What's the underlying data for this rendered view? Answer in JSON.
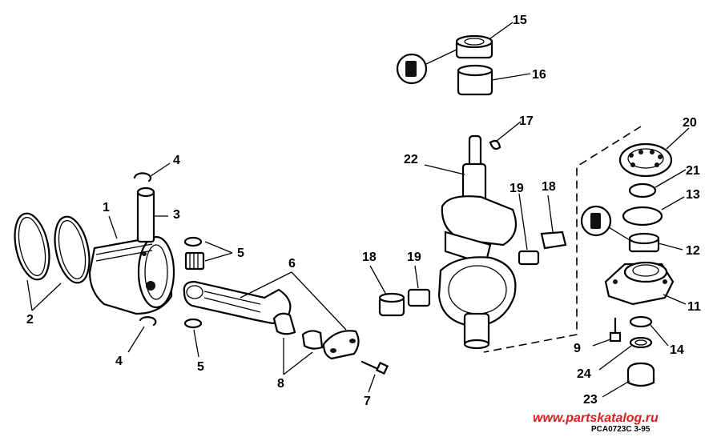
{
  "callouts": [
    "1",
    "2",
    "3",
    "4",
    "4",
    "5",
    "5",
    "6",
    "7",
    "8",
    "9",
    "11",
    "12",
    "13",
    "14",
    "15",
    "16",
    "17",
    "18",
    "18",
    "19",
    "19",
    "20",
    "21",
    "22",
    "23",
    "24"
  ],
  "footer": {
    "code": "PCA0723C  3-95",
    "watermark": "www.partskatalog.ru"
  },
  "icons": [
    "lubricant-can-icon",
    "lubricant-can-icon"
  ]
}
